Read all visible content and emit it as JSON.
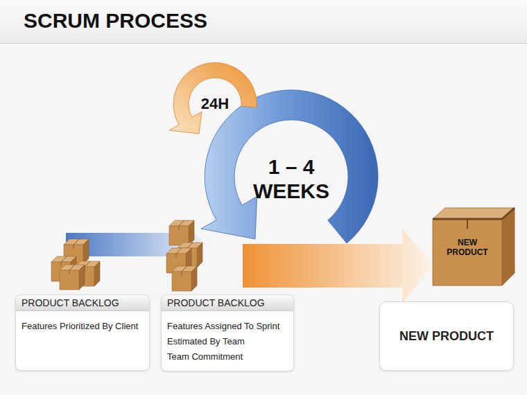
{
  "diagram": {
    "title": "SCRUM PROCESS",
    "nodes": [
      {
        "text": [
          "PRODUCT BACKLOG",
          "Features Prioritized By Client"
        ]
      },
      {
        "text": [
          "PRODUCT BACKLOG",
          "Features Assigned To Sprint",
          "Estimated By Team",
          "Team Commitment"
        ]
      },
      {
        "text": [
          "NEW PRODUCT"
        ]
      }
    ],
    "labels": [
      "24H",
      "1 – 4 WEEKS",
      "NEW PRODUCT"
    ]
  }
}
